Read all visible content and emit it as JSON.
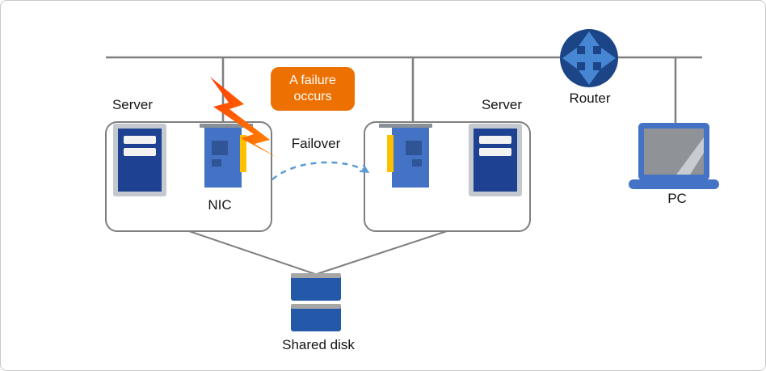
{
  "labels": {
    "server_left": "Server",
    "server_right": "Server",
    "nic": "NIC",
    "router": "Router",
    "pc": "PC",
    "shared_disk": "Shared disk",
    "failover": "Failover"
  },
  "callout": {
    "text": "A failure occurs"
  },
  "icons": {
    "server-icon": "svg-shape",
    "nic-icon": "svg-shape",
    "router-icon": "svg-shape",
    "pc-icon": "svg-shape",
    "shared-disk-icon": "svg-shape",
    "failure-lightning-icon": "svg-shape",
    "failover-arrow-icon": "svg-dashed-arc"
  },
  "colors": {
    "line_gray": "#7F7F7F",
    "server_frame": "#C4C9D0",
    "server_blue": "#1F4191",
    "nic_bracket": "#8A9097",
    "nic_blue": "#4472C4",
    "nic_dark": "#2F5597",
    "nic_yellow": "#FFC000",
    "router_dark": "#1C4587",
    "router_arrow": "#4686D3",
    "pc_blue": "#4472C4",
    "pc_screen": "#8F9296",
    "pc_shine": "#C8CCD0",
    "disk_blue": "#2458A8",
    "disk_gray": "#A6A6A6",
    "callout_orange": "#ED7100",
    "lightning_a": "#FF3B00",
    "lightning_b": "#FF8A00",
    "failover_blue": "#5B9BD5"
  }
}
